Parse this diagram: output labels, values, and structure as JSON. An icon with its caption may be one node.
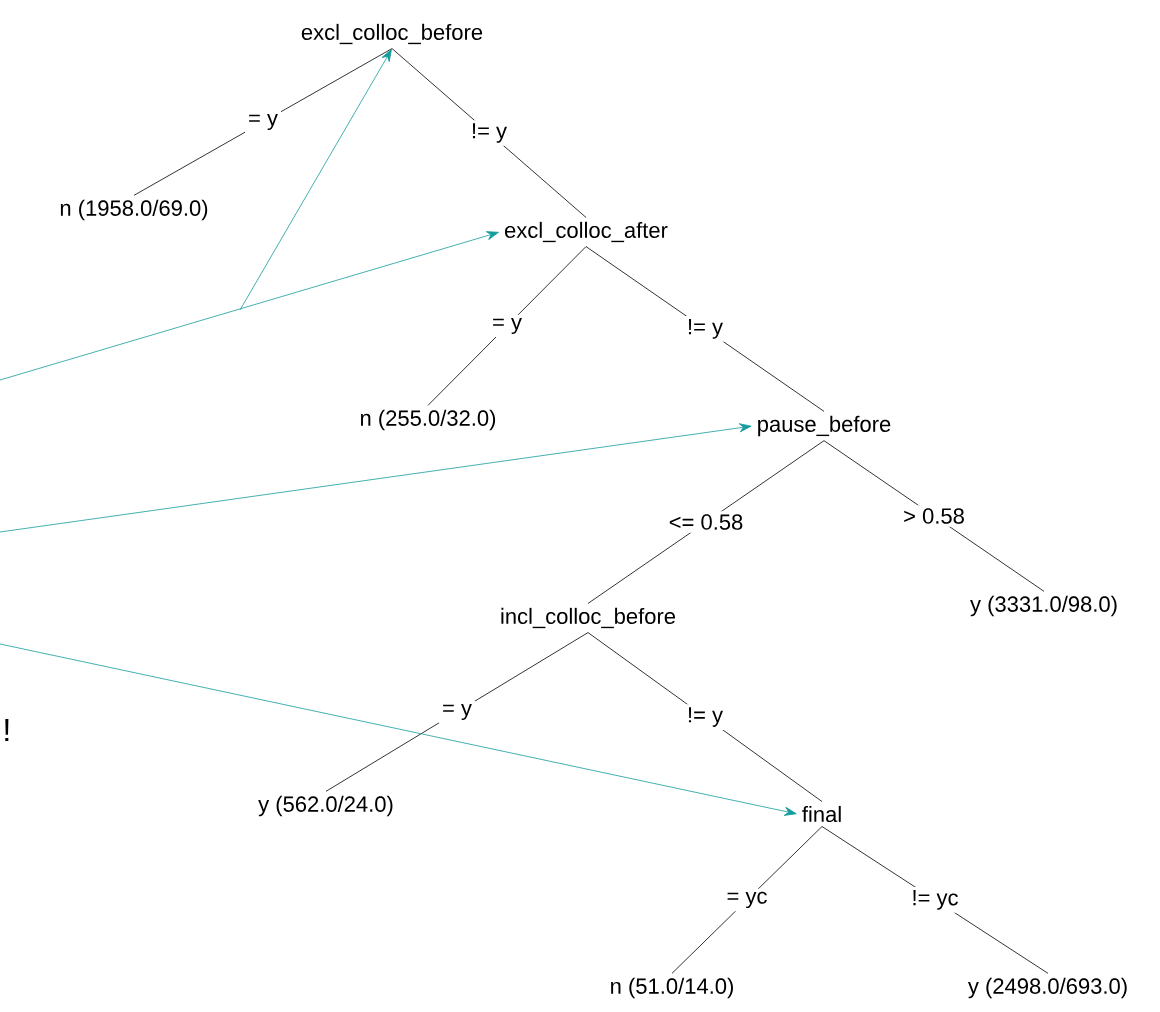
{
  "diagram": {
    "nodes": [
      {
        "text": [
          "excl_colloc_before"
        ]
      },
      {
        "text": [
          "n (1958.0/69.0)"
        ]
      },
      {
        "text": [
          "excl_colloc_after"
        ]
      },
      {
        "text": [
          "n (255.0/32.0)"
        ]
      },
      {
        "text": [
          "pause_before"
        ]
      },
      {
        "text": [
          "incl_colloc_before"
        ]
      },
      {
        "text": [
          "y (3331.0/98.0)"
        ]
      },
      {
        "text": [
          "y (562.0/24.0)"
        ]
      },
      {
        "text": [
          "final"
        ]
      },
      {
        "text": [
          "n (51.0/14.0)"
        ]
      },
      {
        "text": [
          "y (2498.0/693.0)"
        ]
      }
    ],
    "edges": [
      {
        "from": 0,
        "to": 1,
        "arrow": "none",
        "label": "= y"
      },
      {
        "from": 0,
        "to": 2,
        "arrow": "none",
        "label": "!= y"
      },
      {
        "from": 2,
        "to": 3,
        "arrow": "none",
        "label": "= y"
      },
      {
        "from": 2,
        "to": 4,
        "arrow": "none",
        "label": "!= y"
      },
      {
        "from": 4,
        "to": 5,
        "arrow": "none",
        "label": "<= 0.58"
      },
      {
        "from": 4,
        "to": 6,
        "arrow": "none",
        "label": "> 0.58"
      },
      {
        "from": 5,
        "to": 7,
        "arrow": "none",
        "label": "= y"
      },
      {
        "from": 5,
        "to": 8,
        "arrow": "none",
        "label": "!= y"
      },
      {
        "from": 8,
        "to": 9,
        "arrow": "none",
        "label": "= yc"
      },
      {
        "from": 8,
        "to": 10,
        "arrow": "none",
        "label": "!= yc"
      },
      {
        "from": null,
        "to": 0,
        "arrow": "to",
        "color": "#169c9c"
      },
      {
        "from": null,
        "to": 2,
        "arrow": "to",
        "color": "#169c9c"
      },
      {
        "from": null,
        "to": 4,
        "arrow": "to",
        "color": "#169c9c"
      },
      {
        "from": null,
        "to": 8,
        "arrow": "to",
        "color": "#169c9c"
      }
    ],
    "labels": [
      "!"
    ]
  }
}
